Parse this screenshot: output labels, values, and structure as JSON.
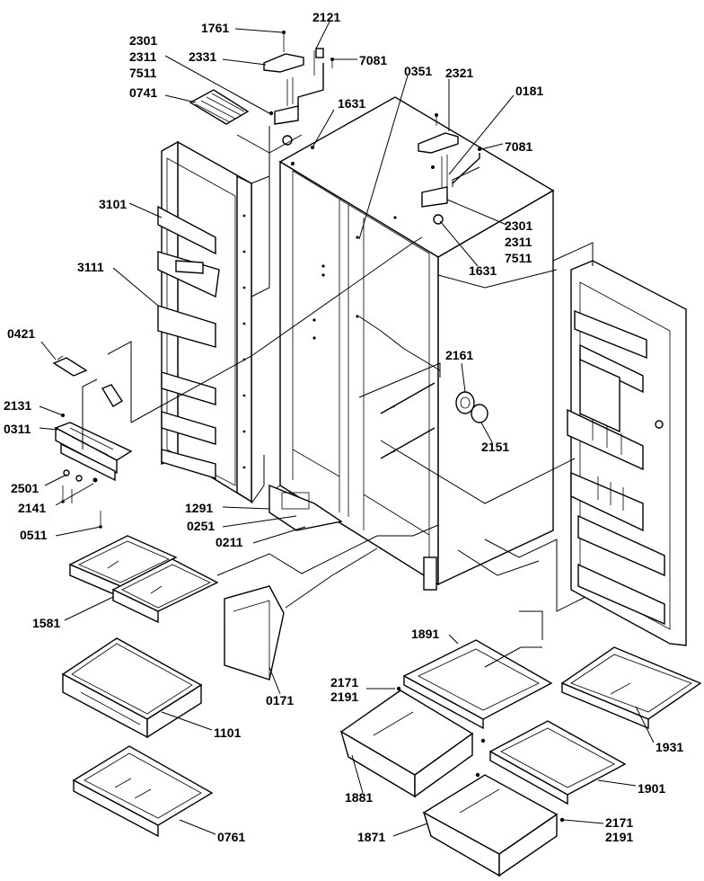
{
  "labels": {
    "p1761": "1761",
    "p2121": "2121",
    "p2301a": "2301",
    "p2311a": "2311",
    "p7511a": "7511",
    "p2331": "2331",
    "p7081a": "7081",
    "p0741": "0741",
    "p0351": "0351",
    "p2321": "2321",
    "p0181": "0181",
    "p1631a": "1631",
    "p7081b": "7081",
    "p3101": "3101",
    "p2301b": "2301",
    "p2311b": "2311",
    "p7511b": "7511",
    "p1631b": "1631",
    "p3111": "3111",
    "p0421": "0421",
    "p2161": "2161",
    "p2131": "2131",
    "p0311": "0311",
    "p2151": "2151",
    "p2501": "2501",
    "p2141": "2141",
    "p1291": "1291",
    "p0251": "0251",
    "p0211": "0211",
    "p0511": "0511",
    "p1581": "1581",
    "p1891": "1891",
    "p2171a": "2171",
    "p2191a": "2191",
    "p0171": "0171",
    "p1101": "1101",
    "p1931": "1931",
    "p1881": "1881",
    "p1901": "1901",
    "p2171b": "2171",
    "p2191b": "2191",
    "p0761": "0761",
    "p1871": "1871"
  }
}
